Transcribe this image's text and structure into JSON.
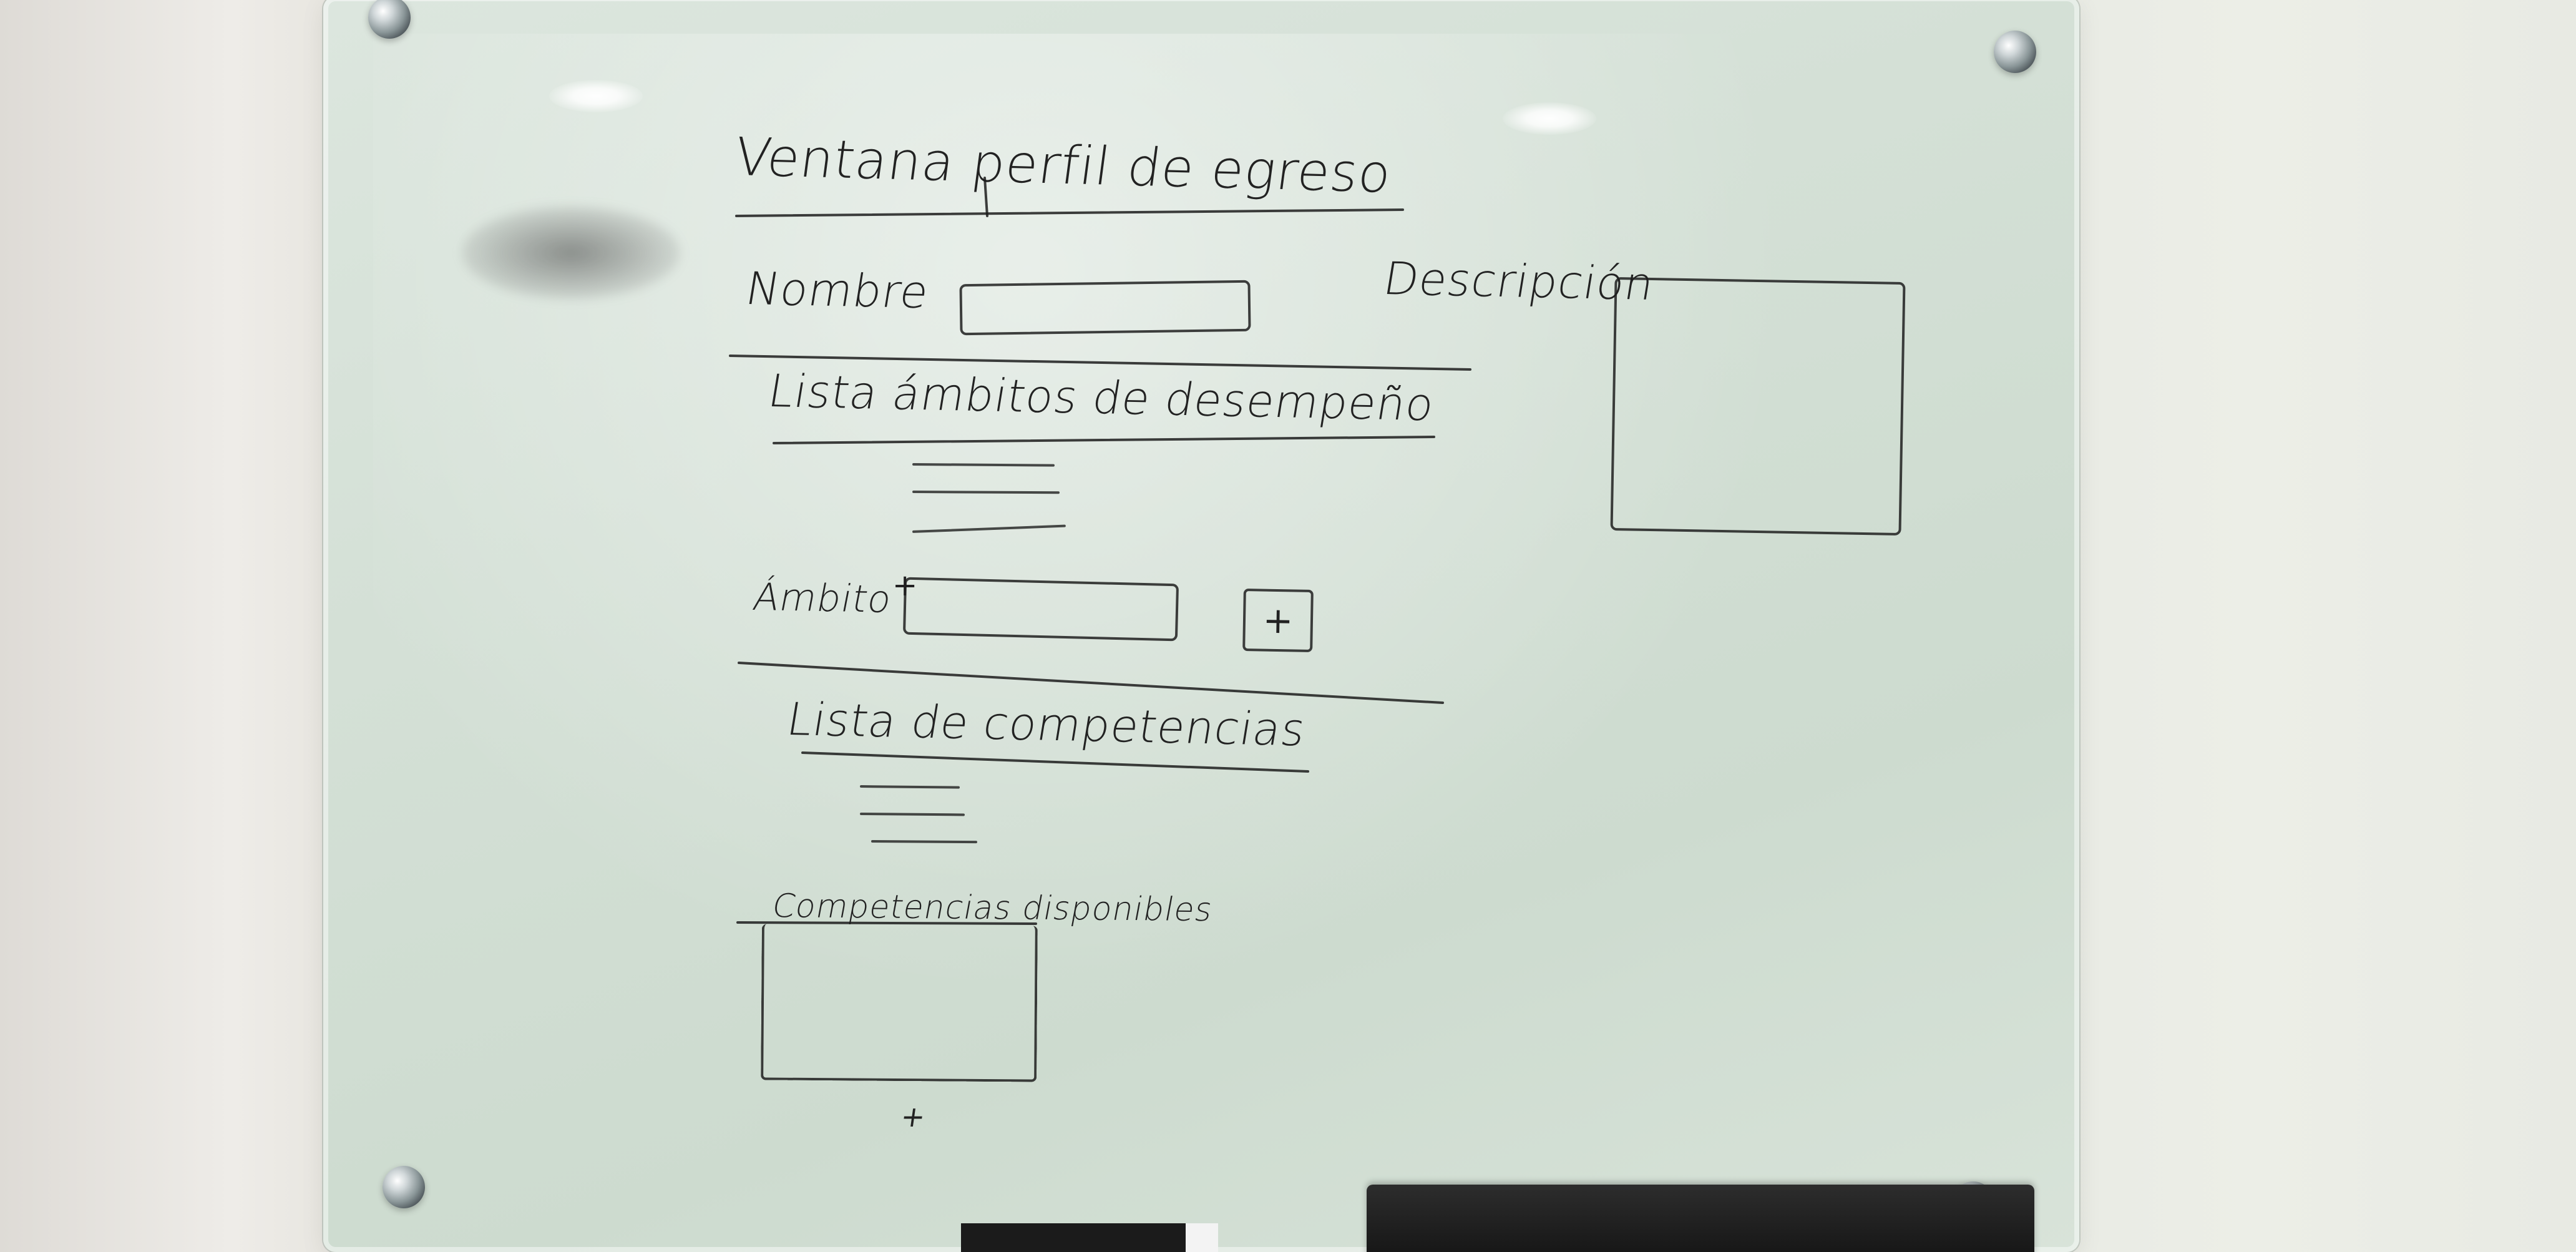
{
  "whiteboard": {
    "title": "Ventana perfil de egreso",
    "name_label": "Nombre",
    "description_label": "Descripción",
    "scope_list_label": "Lista ámbitos de desempeño",
    "scope_label": "Ámbito",
    "plus_symbol": "+",
    "competencies_list_label": "Lista de competencias",
    "available_label": "Competencias disponibles"
  }
}
